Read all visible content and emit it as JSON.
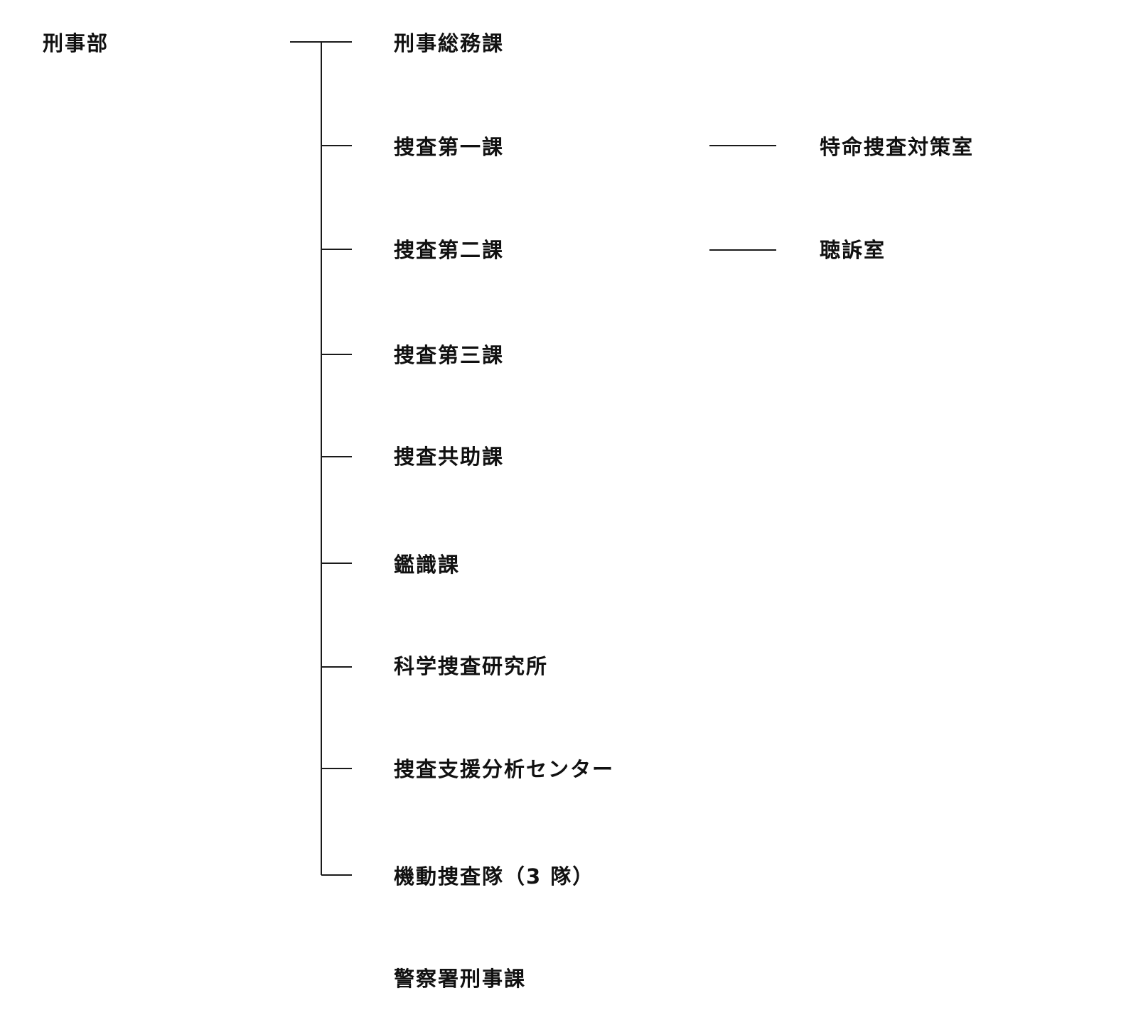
{
  "root": {
    "label": "刑事部"
  },
  "departments": [
    {
      "label": "刑事総務課"
    },
    {
      "label": "捜査第一課"
    },
    {
      "label": "捜査第二課"
    },
    {
      "label": "捜査第三課"
    },
    {
      "label": "捜査共助課"
    },
    {
      "label": "鑑識課"
    },
    {
      "label": "科学捜査研究所"
    },
    {
      "label": "捜査支援分析センター"
    },
    {
      "label": "機動捜査隊（3 隊）"
    }
  ],
  "sub_units": [
    {
      "label": "特命捜査対策室",
      "parent": "捜査第一課"
    },
    {
      "label": "聴訴室",
      "parent": "捜査第二課"
    }
  ],
  "standalone": {
    "label": "警察署刑事課"
  }
}
